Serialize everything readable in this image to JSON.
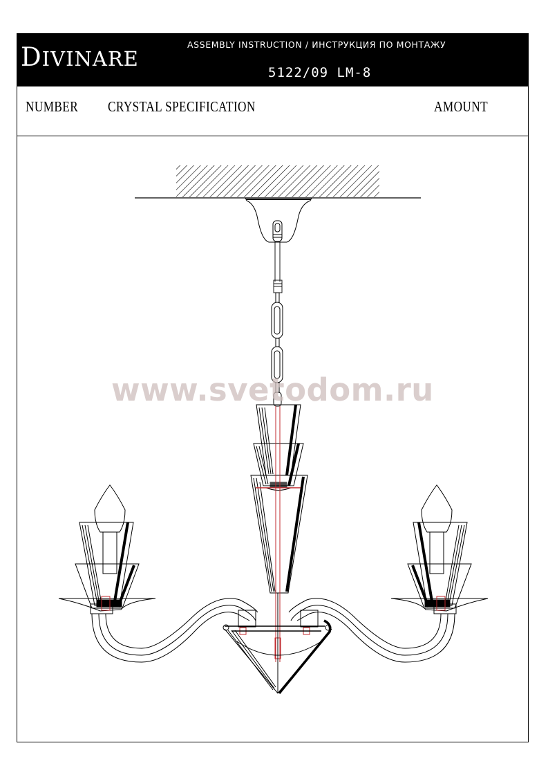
{
  "header": {
    "brand": "Divinare",
    "brand_initial": "D",
    "brand_rest": "IVINARE",
    "title": "ASSEMBLY INSTRUCTION / ИНСТРУКЦИЯ ПО МОНТАЖУ",
    "model": "5122/09 LM-8"
  },
  "spec_table": {
    "columns": [
      "NUMBER",
      "CRYSTAL SPECIFICATION",
      "AMOUNT"
    ],
    "rows": []
  },
  "drawing": {
    "subject": "8-arm chandelier assembly diagram",
    "parts": [
      "ceiling",
      "ceiling-canopy",
      "hook",
      "rod",
      "chain",
      "central-crystal-cones",
      "center-bowl",
      "s-curved-arms",
      "candle-bulbs",
      "drip-pans"
    ],
    "colors": {
      "line": "#000000",
      "wiring": "#c0282d",
      "background": "#ffffff"
    }
  },
  "watermark": "www.svetodom.ru"
}
